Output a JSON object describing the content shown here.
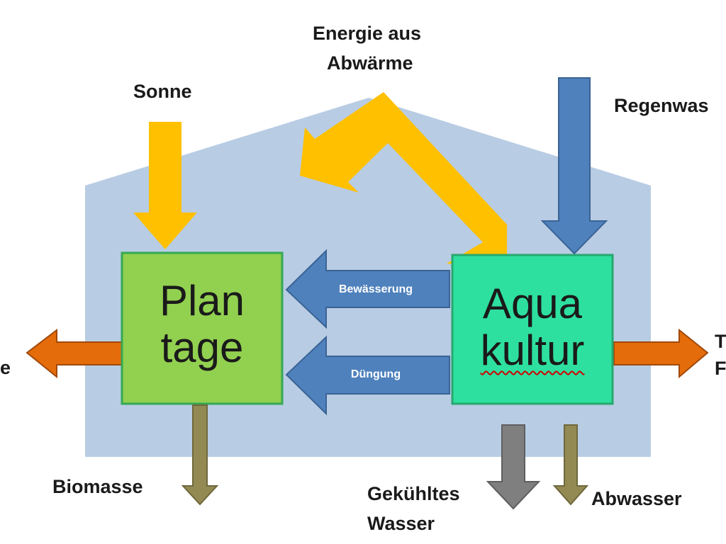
{
  "colors": {
    "house": "#b8cce4",
    "sun_arrow": "#ffc000",
    "rain_arrow": "#4f81bd",
    "flow_arrow": "#4f81bd",
    "output_arrow": "#e46c0a",
    "biomass_arrow": "#938953",
    "cooled_water_arrow": "#7f7f7f",
    "plantage_box": "#92d050",
    "aquakultur_box": "#2ee0a0"
  },
  "labels": {
    "sonne": "Sonne",
    "energie_line1": "Energie aus",
    "energie_line2": "Abwärme",
    "regenwasser": "Regenwas",
    "biomasse": "Biomasse",
    "gekuehltes_line1": "Gekühltes",
    "gekuehltes_line2": "Wasser",
    "abwasser": "Abwasser",
    "left_cut": "e",
    "right_cut_1": "T",
    "right_cut_2": "F"
  },
  "boxes": {
    "plantage_line1": "Plan",
    "plantage_line2": "tage",
    "aquakultur_line1": "Aqua",
    "aquakultur_line2": "kultur"
  },
  "flows": {
    "bewaesserung": "Bewässerung",
    "duengung": "Düngung"
  },
  "icons": {
    "sun_arrow": "arrow-down-icon",
    "rain_arrow": "arrow-down-icon",
    "heat_arrow": "bent-arrow-icon",
    "output_left": "arrow-left-icon",
    "output_right": "arrow-right-icon"
  }
}
